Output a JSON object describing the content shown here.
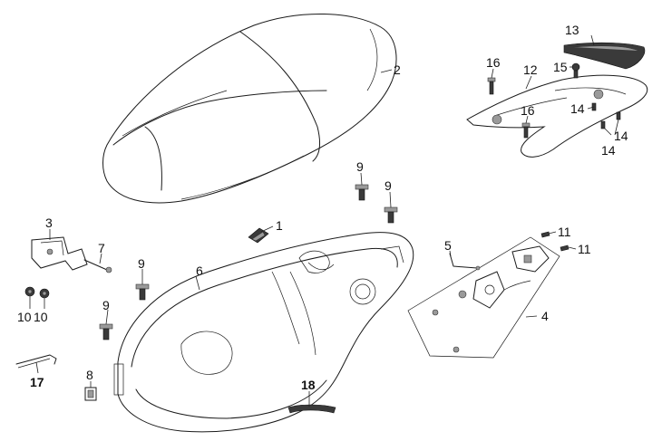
{
  "diagram": {
    "callouts": [
      {
        "id": "c1",
        "label": "1",
        "bold": false
      },
      {
        "id": "c2",
        "label": "2",
        "bold": false
      },
      {
        "id": "c3",
        "label": "3",
        "bold": false
      },
      {
        "id": "c4",
        "label": "4",
        "bold": false
      },
      {
        "id": "c5",
        "label": "5",
        "bold": false
      },
      {
        "id": "c6",
        "label": "6",
        "bold": false
      },
      {
        "id": "c7",
        "label": "7",
        "bold": false
      },
      {
        "id": "c8",
        "label": "8",
        "bold": false
      },
      {
        "id": "c9a",
        "label": "9",
        "bold": false
      },
      {
        "id": "c9b",
        "label": "9",
        "bold": false
      },
      {
        "id": "c9c",
        "label": "9",
        "bold": false
      },
      {
        "id": "c9d",
        "label": "9",
        "bold": false
      },
      {
        "id": "c10a",
        "label": "10",
        "bold": false
      },
      {
        "id": "c10b",
        "label": "10",
        "bold": false
      },
      {
        "id": "c11a",
        "label": "11",
        "bold": false
      },
      {
        "id": "c11b",
        "label": "11",
        "bold": false
      },
      {
        "id": "c12",
        "label": "12",
        "bold": false
      },
      {
        "id": "c13",
        "label": "13",
        "bold": false
      },
      {
        "id": "c14a",
        "label": "14",
        "bold": false
      },
      {
        "id": "c14b",
        "label": "14",
        "bold": false
      },
      {
        "id": "c14c",
        "label": "14",
        "bold": false
      },
      {
        "id": "c15",
        "label": "15",
        "bold": false
      },
      {
        "id": "c16a",
        "label": "16",
        "bold": false
      },
      {
        "id": "c16b",
        "label": "16",
        "bold": false
      },
      {
        "id": "c17",
        "label": "17",
        "bold": true
      },
      {
        "id": "c18",
        "label": "18",
        "bold": true
      }
    ]
  }
}
